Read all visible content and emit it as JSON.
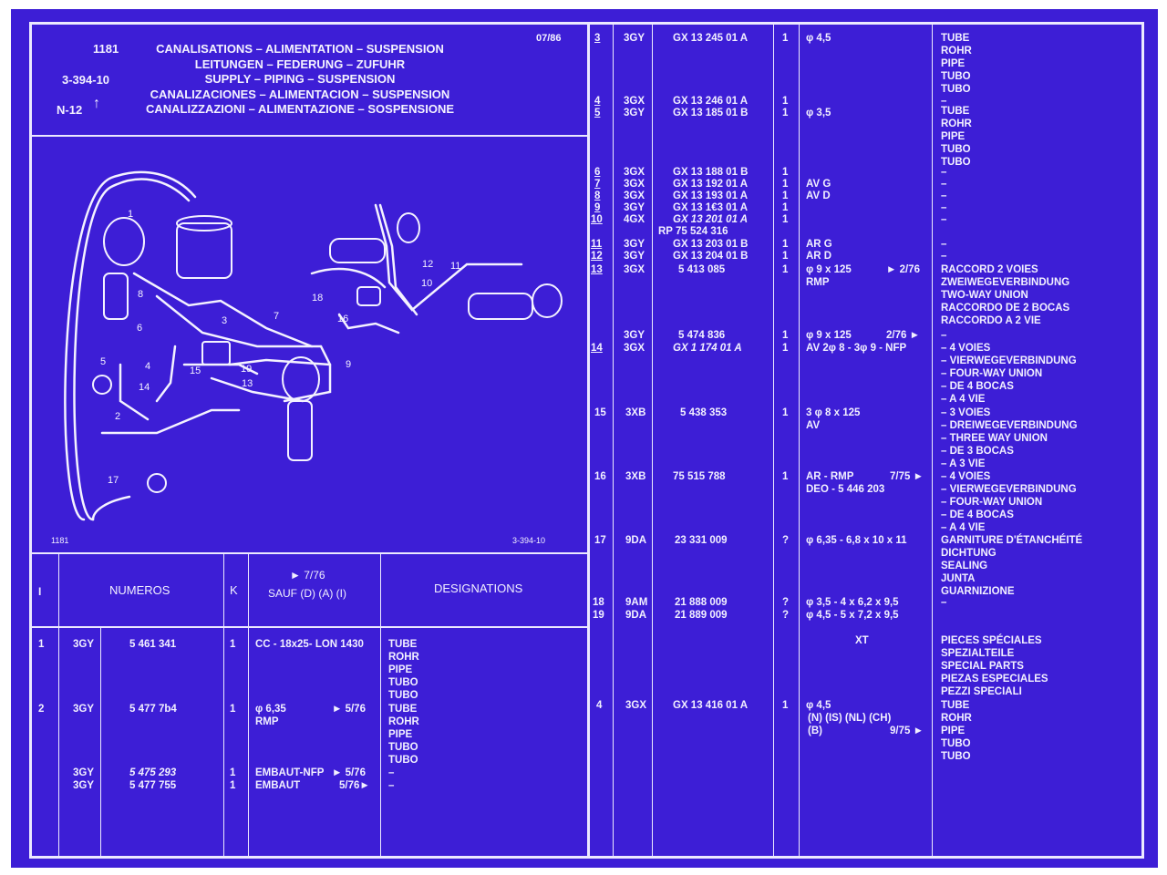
{
  "page": {
    "number": "1181",
    "date": "07/86",
    "ref": "3-394-10",
    "group": "N-12",
    "titles": [
      "CANALISATIONS – ALIMENTATION – SUSPENSION",
      "LEITUNGEN – FEDERUNG – ZUFUHR",
      "SUPPLY – PIPING – SUSPENSION",
      "CANALIZACIONES – ALIMENTACION – SUSPENSION",
      "CANALIZZAZIONI – ALIMENTAZIONE – SOSPENSIONE"
    ]
  },
  "diagram": {
    "labels": [
      "1",
      "2",
      "3",
      "4",
      "5",
      "6",
      "7",
      "8",
      "9",
      "10",
      "11",
      "12",
      "13",
      "14",
      "15",
      "16",
      "17",
      "18",
      "19"
    ],
    "caption_left": "1181",
    "caption_right": "3-394-10"
  },
  "left_table": {
    "headers": {
      "item": "I",
      "numeros": "NUMEROS",
      "k": "K",
      "sauf_date": "► 7/76",
      "sauf": "SAUF (D) (A) (I)",
      "designations": "DESIGNATIONS"
    },
    "rows": [
      {
        "item": "1",
        "family": "3GY",
        "number": "5 461 341",
        "qty": "1",
        "spec": "CC - 18x25- LON 1430",
        "spec_mark": "",
        "desc": [
          "TUBE",
          "ROHR",
          "PIPE",
          "TUBO",
          "TUBO"
        ]
      },
      {
        "item": "2",
        "family": "3GY",
        "number": "5 477 7b4",
        "qty": "1",
        "spec": "φ 6,35",
        "spec_mark": "► 5/76",
        "spec2": "RMP",
        "desc": [
          "TUBE",
          "ROHR",
          "PIPE",
          "TUBO",
          "TUBO"
        ]
      },
      {
        "item": "",
        "family": "3GY",
        "number": "5 475 293",
        "qty": "1",
        "spec": "EMBAUT-NFP",
        "spec_mark": "► 5/76",
        "desc": [
          "–"
        ]
      },
      {
        "item": "",
        "family": "3GY",
        "number": "5 477 755",
        "qty": "1",
        "spec": "EMBAUT",
        "spec_mark": "5/76►",
        "desc": [
          "–"
        ]
      }
    ]
  },
  "right_table": {
    "rows": [
      {
        "item": "3",
        "family": "3GY",
        "number": "GX 13 245 01 A",
        "qty": "1",
        "spec": "φ 4,5",
        "mark": "",
        "desc": [
          "TUBE",
          "ROHR",
          "PIPE",
          "TUBO",
          "TUBO"
        ]
      },
      {
        "item": "4",
        "family": "3GX",
        "number": "GX 13 246 01 A",
        "qty": "1",
        "spec": "",
        "mark": "",
        "desc": [
          "–"
        ]
      },
      {
        "item": "5",
        "family": "3GY",
        "number": "GX 13 185 01 B",
        "qty": "1",
        "spec": "φ 3,5",
        "mark": "",
        "desc": [
          "TUBE",
          "ROHR",
          "PIPE",
          "TUBO",
          "TUBO"
        ]
      },
      {
        "item": "6",
        "family": "3GX",
        "number": "GX 13 188 01 B",
        "qty": "1",
        "spec": "",
        "mark": "",
        "desc": [
          "–"
        ]
      },
      {
        "item": "7",
        "family": "3GX",
        "number": "GX 13 192 01 A",
        "qty": "1",
        "spec": "AV G",
        "mark": "",
        "desc": [
          "–"
        ]
      },
      {
        "item": "8",
        "family": "3GX",
        "number": "GX 13 193 01 A",
        "qty": "1",
        "spec": "AV D",
        "mark": "",
        "desc": [
          "–"
        ]
      },
      {
        "item": "9",
        "family": "3GY",
        "number": "GX 13 1€3 01 A",
        "qty": "1",
        "spec": "",
        "mark": "",
        "desc": [
          "–"
        ]
      },
      {
        "item": "10",
        "family": "4GX",
        "number": "GX 13 201 01 A",
        "qty": "1",
        "spec": "",
        "mark": "",
        "desc": [
          "–"
        ]
      },
      {
        "item": "",
        "family": "",
        "number": "RP 75 524 316",
        "qty": "",
        "spec": "",
        "mark": "",
        "desc": []
      },
      {
        "item": "11",
        "family": "3GY",
        "number": "GX 13 203 01 B",
        "qty": "1",
        "spec": "AR G",
        "mark": "",
        "desc": [
          "–"
        ]
      },
      {
        "item": "12",
        "family": "3GY",
        "number": "GX 13 204 01 B",
        "qty": "1",
        "spec": "AR D",
        "mark": "",
        "desc": [
          "–"
        ]
      },
      {
        "item": "13",
        "family": "3GX",
        "number": "5 413 085",
        "qty": "1",
        "spec": "φ 9 x 125",
        "mark": "► 2/76",
        "spec2": "RMP",
        "desc": [
          "RACCORD 2 VOIES",
          "ZWEIWEGEVERBINDUNG",
          "TWO-WAY UNION",
          "RACCORDO DE 2 BOCAS",
          "RACCORDO A 2 VIE"
        ]
      },
      {
        "item": "",
        "family": "3GY",
        "number": "5 474 836",
        "qty": "1",
        "spec": "φ 9 x 125",
        "mark": "2/76 ►",
        "desc": [
          "–"
        ]
      },
      {
        "item": "14",
        "family": "3GX",
        "number": "GX 1  174 01 A",
        "qty": "1",
        "spec": "AV 2φ 8 - 3φ 9 - NFP",
        "mark": "",
        "desc": [
          "– 4 VOIES",
          "– VIERWEGEVERBINDUNG",
          "– FOUR-WAY UNION",
          "– DE 4 BOCAS",
          "– A 4 VIE"
        ]
      },
      {
        "item": "15",
        "family": "3XB",
        "number": "5 438 353",
        "qty": "1",
        "spec": "3 φ 8 x 125",
        "mark": "",
        "spec2": "AV",
        "desc": [
          "– 3 VOIES",
          "– DREIWEGEVERBINDUNG",
          "– THREE WAY UNION",
          "– DE 3 BOCAS",
          "– A 3 VIE"
        ]
      },
      {
        "item": "16",
        "family": "3XB",
        "number": "75 515 788",
        "qty": "1",
        "spec": "AR - RMP",
        "mark": "7/75 ►",
        "spec2": "DEO - 5 446 203",
        "desc": [
          "– 4 VOIES",
          "– VIERWEGEVERBINDUNG",
          "– FOUR-WAY UNION",
          "– DE 4 BOCAS",
          "– A 4 VIE"
        ]
      },
      {
        "item": "17",
        "family": "9DA",
        "number": "23 331 009",
        "qty": "?",
        "spec": "φ 6,35 - 6,8 x 10 x 11",
        "mark": "",
        "desc": [
          "GARNITURE D'ÉTANCHÉITÉ",
          "DICHTUNG",
          "SEALING",
          "JUNTA",
          "GUARNIZIONE"
        ]
      },
      {
        "item": "18",
        "family": "9AM",
        "number": "21 888 009",
        "qty": "?",
        "spec": "φ 3,5 - 4  x 6,2 x 9,5",
        "mark": "",
        "desc": [
          "–"
        ]
      },
      {
        "item": "19",
        "family": "9DA",
        "number": "21 889 009",
        "qty": "?",
        "spec": "φ 4,5 - 5 x 7,2 x 9,5",
        "mark": "",
        "desc": [
          "–"
        ]
      },
      {
        "item": "",
        "family": "",
        "number": "",
        "qty": "",
        "spec": "XT",
        "mark": "",
        "desc": [
          "PIECES SPÉCIALES",
          "SPEZIALTEILE",
          "SPECIAL PARTS",
          "PIEZAS ESPECIALES",
          "PEZZI SPECIALI"
        ]
      },
      {
        "item": "4",
        "family": "3GX",
        "number": "GX 13 416 01 A",
        "qty": "1",
        "spec": "φ 4,5",
        "mark": "",
        "spec2": "(N) (IS) (NL) (CH)",
        "spec3": "(B)",
        "mark3": "9/75 ►",
        "desc": [
          "TUBE",
          "ROHR",
          "PIPE",
          "TUBO",
          "TUBO"
        ]
      }
    ]
  },
  "colors": {
    "background": "#3d1ed6",
    "ink": "#f2f0ff",
    "border": "#ffffff"
  }
}
